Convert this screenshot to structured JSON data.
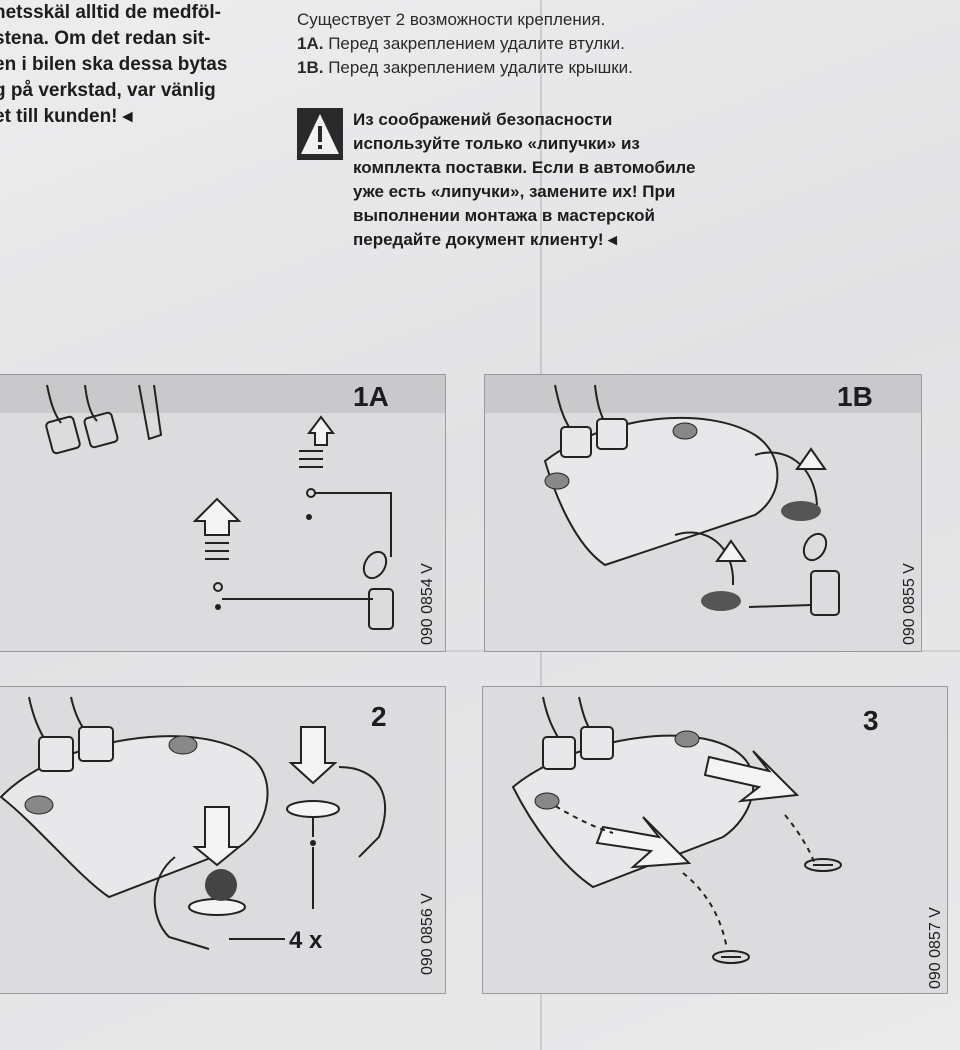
{
  "swedish_text": [
    "netsskäl alltid de medföl-",
    "stena. Om det redan sit-",
    "en i bilen ska dessa bytas",
    "g på verkstad, var vänlig",
    "et till kunden! ◂"
  ],
  "russian_intro": "Существует 2 возможности крепления.",
  "options": [
    {
      "label": "1A.",
      "text": "Перед закреплением удалите втулки."
    },
    {
      "label": "1B.",
      "text": "Перед закреплением удалите крышки."
    }
  ],
  "warning_lines": [
    "Из соображений безопасности",
    "используйте только «липучки» из",
    "комплекта поставки. Если в автомобиле",
    "уже есть «липучки», замените их! При",
    "выполнении монтажа в мастерской",
    "передайте документ клиенту! ◂"
  ],
  "panels": [
    {
      "number": "1A",
      "code": "090 0854 V"
    },
    {
      "number": "1B",
      "code": "090 0855 V"
    },
    {
      "number": "2",
      "code": "090 0856 V",
      "quantity": "4 x"
    },
    {
      "number": "3",
      "code": "090 0857 V"
    }
  ]
}
